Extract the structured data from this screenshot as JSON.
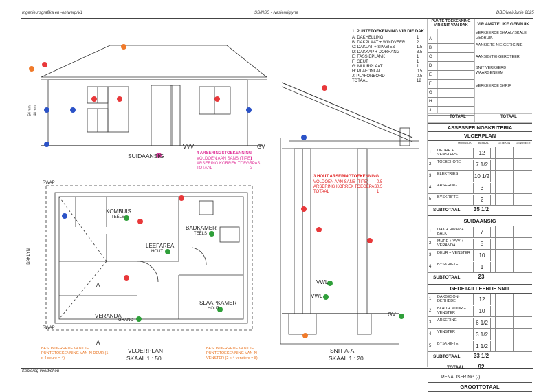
{
  "header": {
    "left": "Ingenieursgrafika en -ontwerp/V1",
    "center": "SS/NSS - Nasienriglyne",
    "right": "DBE/Mei/Junie 2025"
  },
  "footer": {
    "copyright": "Kopiereg voorbehou"
  },
  "roof_allocation": {
    "title": "1. PUNTETOEKENNING VIR DIE DAK",
    "items": [
      {
        "label": "A: DAKHELLING",
        "value": "1"
      },
      {
        "label": "B: DAKPLAAT + WINDVEER",
        "value": "2"
      },
      {
        "label": "C: DAKLAT + SPASIES",
        "value": "1.5"
      },
      {
        "label": "D: DAKKAP + DORHANG",
        "value": "3.5"
      },
      {
        "label": "E: FASSIEPLANK",
        "value": "1"
      },
      {
        "label": "F: GEUT",
        "value": "1"
      },
      {
        "label": "G: MUURPLAAT",
        "value": "1"
      },
      {
        "label": "H: PLAFONLAT",
        "value": "0.5"
      },
      {
        "label": "J: PLAFONBORD",
        "value": "0.5"
      },
      {
        "label": "TOTAAL",
        "value": "12"
      }
    ]
  },
  "hatching_allocation": {
    "title": "4 ARSERINGSTOEKENNING",
    "items": [
      {
        "label": "VOLDOEN AAN SANS (TIPE)",
        "value": "1"
      },
      {
        "label": "ARSERING KORREK TOEGEPAS",
        "value": "2"
      },
      {
        "label": "TOTAAL",
        "value": "3"
      }
    ]
  },
  "wood_hatching": {
    "title": "3 HOUT ARSERINGTOEKENNING",
    "items": [
      {
        "label": "VOLDOEN AAN SANS (TIPE)",
        "value": "0.5"
      },
      {
        "label": "ARSERING KORREK TOEGEPAS",
        "value": "0.5"
      },
      {
        "label": "TOTAAL",
        "value": "1"
      }
    ]
  },
  "drawing_labels": {
    "south_elevation": "SUIDAANSIG",
    "vvv": "VVV",
    "gv": "GV",
    "dim1": "56 mm",
    "dim2": "48 mm",
    "kombuis": "KOMBUIS",
    "kombuis_sub": "TEËLS",
    "badkamer": "BADKAMER",
    "badkamer_sub": "TEËLS",
    "leefarea": "LEEFAREA",
    "leefarea_sub": "HOUT",
    "slaapkamer": "SLAAPKAMER",
    "slaapkamer_sub": "HOUT",
    "veranda": "VERANDA",
    "veranda_sub": "GRANO",
    "rwap1": "RWAP",
    "rwap2": "RWAP",
    "dak_lyn": "DAKLYN",
    "section_a1": "A",
    "section_a2": "A",
    "floor_plan": "VLOERPLAN",
    "floor_scale": "SKAAL 1 : 50",
    "section_title": "SNIT A-A",
    "section_scale": "SKAAL 1 : 20",
    "vwl_upper": "VWL",
    "vwl_lower": "VWL",
    "gv_section": "GV",
    "door_note": "BESONDERHEDE VAN DIE PUNTETOEKENNING VAN 'N DEUR (1 x 4 deure = 4)",
    "window_note": "BESONDERHEDE VAN DIE PUNTETOEKENNING VAN 'N VENSTER (2 x 4 vensters = 8)"
  },
  "marks_table": {
    "col1_title": "PUNTE-TOEKENNING VIR SNIT VAN DAK",
    "col2_title": "VIR AMPTELIKE GEBRUIK",
    "rows": [
      "A",
      "B",
      "C",
      "D",
      "E",
      "F",
      "G",
      "H",
      "J"
    ],
    "official": [
      "VERKEERDE SKAAL/ SKALE GEBRUIK",
      "AANSIGTE NIE GERIG NIE",
      "AANSIG(TE) GEROTEER",
      "SNIT VERKEERD WAARGENEEM",
      "VERKEERDE SKRIF"
    ],
    "total": "TOTAAL",
    "total2": "TOTAAL"
  },
  "assessment": {
    "title": "ASSESSERINGSKRITERIA",
    "floor_plan": {
      "title": "VLOERPLAN",
      "headers": [
        "MOONTLIK",
        "BEHAAL",
        "GETEKEN",
        "GENOSEER"
      ],
      "rows": [
        {
          "n": "1",
          "label": "DEURE + VENSTERS",
          "value": "12"
        },
        {
          "n": "2",
          "label": "TOEBEHORE",
          "value": "7 1/2"
        },
        {
          "n": "3",
          "label": "ELEKTRIES",
          "value": "10 1/2"
        },
        {
          "n": "4",
          "label": "ARSERING",
          "value": "3"
        },
        {
          "n": "5",
          "label": "BYSKRIFTE",
          "value": "2"
        }
      ],
      "subtotal_label": "SUBTOTAAL",
      "subtotal": "35 1/2"
    },
    "south_elevation": {
      "title": "SUIDAANSIG",
      "rows": [
        {
          "n": "1",
          "label": "DAK + RWAP + BALK",
          "value": "7"
        },
        {
          "n": "2",
          "label": "MURE + VVV + VERANDA",
          "value": "5"
        },
        {
          "n": "3",
          "label": "DEUR + VENSTER",
          "value": "10"
        },
        {
          "n": "4",
          "label": "BYSKRIFTE",
          "value": "1"
        }
      ],
      "subtotal_label": "SUBTOTAAL",
      "subtotal": "23"
    },
    "detailed_section": {
      "title": "GEDETAILLEERDE SNIT",
      "rows": [
        {
          "n": "1",
          "label": "DAKBESON-DERHEDE",
          "value": "12"
        },
        {
          "n": "2",
          "label": "BLAD + MUUR + VENSTER",
          "value": "10"
        },
        {
          "n": "3",
          "label": "ARSERING",
          "value": "6 1/2"
        },
        {
          "n": "4",
          "label": "VENSTER",
          "value": "3 1/2"
        },
        {
          "n": "5",
          "label": "BYSKRIFTE",
          "value": "1 1/2"
        }
      ],
      "subtotal_label": "SUBTOTAAL",
      "subtotal": "33 1/2"
    },
    "total_label": "TOTAAL",
    "total": "92",
    "penalty_label": "PENALISERING (-)",
    "grand_total_label": "GROOTTOTAAL"
  },
  "colors": {
    "red": "#e8383a",
    "blue": "#2b52c7",
    "orange": "#f07a2a",
    "green": "#2f9f3a",
    "pink": "#d23d9a"
  }
}
